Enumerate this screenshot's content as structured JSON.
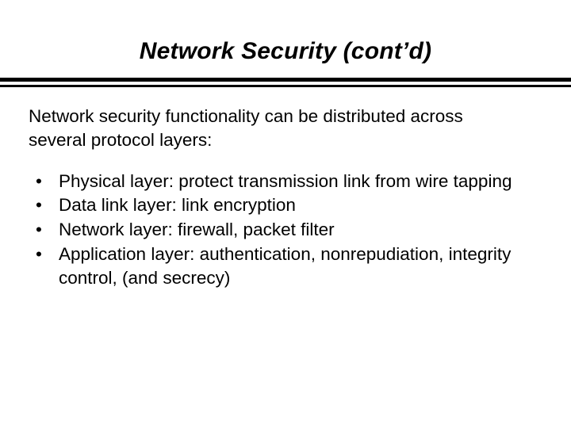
{
  "slide": {
    "title": "Network Security (cont’d)",
    "intro": "Network security functionality can be distributed across several protocol layers:",
    "bullet_marker": "•",
    "bullets": [
      {
        "text": "Physical layer: protect transmission link from wire tapping"
      },
      {
        "text": "Data link layer: link encryption"
      },
      {
        "text": "Network layer: firewall, packet filter"
      },
      {
        "text": "Application layer: authentication, nonrepudiation, integrity control, (and secrecy)"
      }
    ],
    "colors": {
      "background": "#ffffff",
      "text": "#000000",
      "rule": "#000000"
    }
  }
}
